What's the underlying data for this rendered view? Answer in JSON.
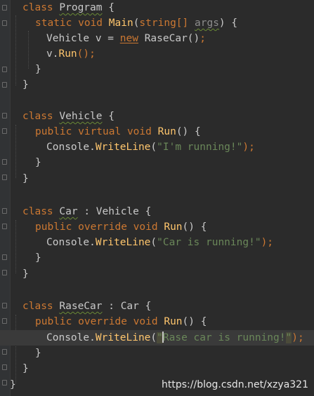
{
  "code": {
    "l1": {
      "kw": "class",
      "name": "Program",
      "brace": "{"
    },
    "l2": {
      "mods": "static void",
      "fn": "Main",
      "open": "(",
      "type": "string[]",
      "param": "args",
      "close": ")",
      "brace": "{"
    },
    "l3": {
      "decl": "Vehicle v =",
      "newkw": "new",
      "ctor": "RaseCar()",
      "semi": ";"
    },
    "l4": {
      "recv": "v.",
      "fn": "Run",
      "rest": "();"
    },
    "l5": {
      "brace": "}"
    },
    "l6": {
      "brace": "}"
    },
    "l8": {
      "kw": "class",
      "name": "Vehicle",
      "brace": "{"
    },
    "l9": {
      "mods": "public virtual void",
      "fn": "Run",
      "rest": "() {"
    },
    "l10": {
      "recv": "Console.",
      "fn": "WriteLine",
      "open": "(",
      "str": "\"I'm running!\"",
      "close": ");"
    },
    "l11": {
      "brace": "}"
    },
    "l12": {
      "brace": "}"
    },
    "l14": {
      "kw": "class",
      "name": "Car",
      "rest": ": Vehicle {"
    },
    "l15": {
      "mods": "public override void",
      "fn": "Run",
      "rest": "() {"
    },
    "l16": {
      "recv": "Console.",
      "fn": "WriteLine",
      "open": "(",
      "str": "\"Car is running!\"",
      "close": ");"
    },
    "l17": {
      "brace": "}"
    },
    "l18": {
      "brace": "}"
    },
    "l20": {
      "kw": "class",
      "name": "RaseCar",
      "rest": ": Car {"
    },
    "l21": {
      "mods": "public override void",
      "fn": "Run",
      "rest": "() {"
    },
    "l22": {
      "recv": "Console.",
      "fn": "WriteLine",
      "open": "(",
      "q1": "\"",
      "str": "Rase car is running!",
      "q2": "\"",
      "close": ");"
    },
    "l23": {
      "brace": "}"
    },
    "l24": {
      "brace": "}"
    },
    "l25": {
      "brace": "}"
    }
  },
  "watermark": "https://blog.csdn.net/xzya321",
  "colors": {
    "background": "#2b2b2b",
    "keyword": "#cc7832",
    "method": "#ffc66d",
    "string": "#6a8759"
  }
}
